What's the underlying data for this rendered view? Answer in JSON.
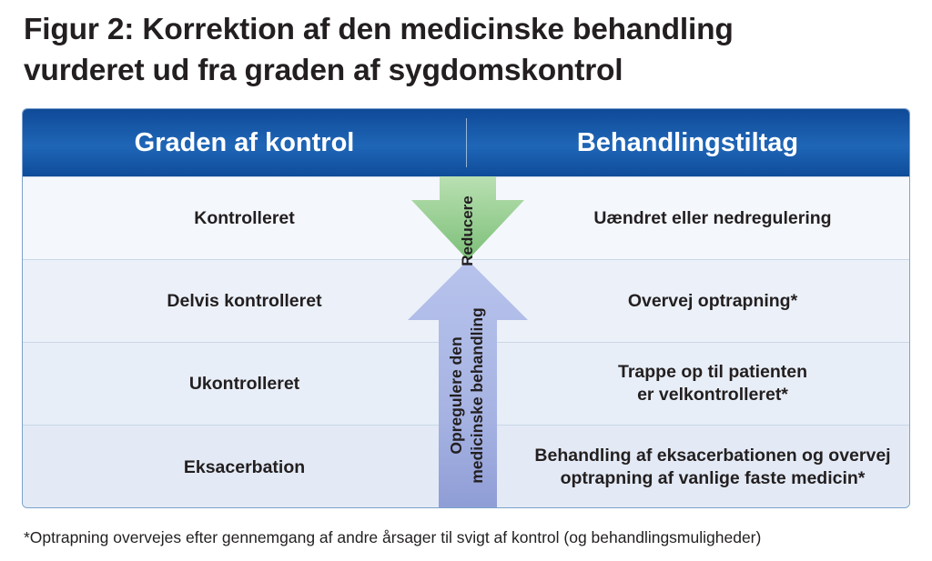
{
  "figure": {
    "title_line1": "Figur 2: Korrektion af den medicinske behandling",
    "title_line2": "vurderet ud fra graden af sygdomskontrol"
  },
  "table": {
    "header_left": "Graden af kontrol",
    "header_right": "Behandlingstiltag",
    "rows": [
      {
        "level": "Kontrolleret",
        "action_line1": "Uændret eller nedregulering",
        "action_line2": ""
      },
      {
        "level": "Delvis kontrolleret",
        "action_line1": "Overvej optrapning*",
        "action_line2": ""
      },
      {
        "level": "Ukontrolleret",
        "action_line1": "Trappe op til patienten",
        "action_line2": "er velkontrolleret*"
      },
      {
        "level": "Eksacerbation",
        "action_line1": "Behandling af eksacerbationen og overvej",
        "action_line2": "optrapning af vanlige faste medicin*"
      }
    ]
  },
  "arrows": {
    "down_label": "Reducere",
    "up_label_line1": "Opregulere den",
    "up_label_line2": "medicinske behandling",
    "down_color": "#8fc98a",
    "up_color": "#9aa8dd"
  },
  "colors": {
    "header_blue": "#1456a6",
    "row_bg_1": "#f4f7fc",
    "row_bg_2": "#e9eff8",
    "border": "#7aa2cc"
  },
  "footnote": "*Optrapning overvejes efter gennemgang af andre årsager til svigt af kontrol (og behandlingsmuligheder)"
}
